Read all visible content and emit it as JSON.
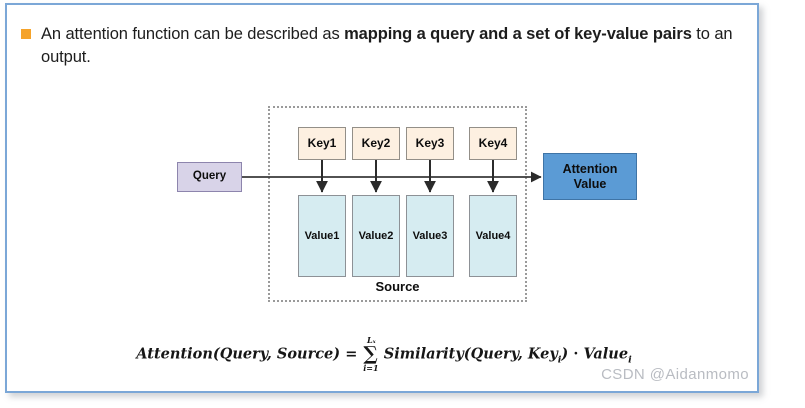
{
  "slide": {
    "border_color": "#7ba7d7",
    "background": "#ffffff"
  },
  "bullet": {
    "marker_color": "#f5a32a",
    "text_plain": "An attention function can be described as mapping a query and a set of key-value pairs to an output.",
    "segments": [
      {
        "text": "An attention function can be described as ",
        "bold": false
      },
      {
        "text": "mapping a query and a set of key-value pairs",
        "bold": true
      },
      {
        "text": " to an output.",
        "bold": false
      }
    ]
  },
  "diagram": {
    "query_label": "Query",
    "query_fill": "#d8d3e8",
    "attention_label_line1": "Attention",
    "attention_label_line2": "Value",
    "attention_fill": "#5b9bd5",
    "source_label": "Source",
    "source_border_color": "#9a9a9a",
    "key_fill": "#fdf0e1",
    "value_fill": "#d6ecf1",
    "keys": [
      "Key1",
      "Key2",
      "Key3",
      "Key4"
    ],
    "values": [
      "Value1",
      "Value2",
      "Value3",
      "Value4"
    ]
  },
  "formula": {
    "lhs": "Attention(Query, Source)",
    "equals": "=",
    "sum_symbol": "∑",
    "sum_upper": "Lₓ",
    "sum_lower": "i=1",
    "rhs_function": "Similarity(Query, Key",
    "rhs_sub_1": "i",
    "rhs_close": ")",
    "dot": "·",
    "rhs_value": "Value",
    "rhs_sub_2": "i",
    "full_text": "Attention(Query, Source) = ∑(i=1 to Lx) Similarity(Query, Key_i) · Value_i"
  },
  "watermark": {
    "text": "CSDN @Aidanmomo",
    "color": "#b9bcc2"
  }
}
